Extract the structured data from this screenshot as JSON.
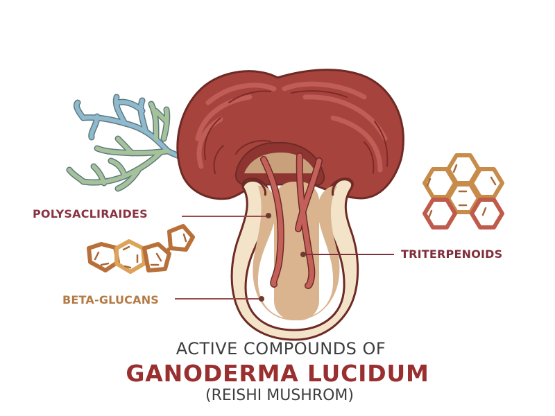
{
  "diagram": {
    "subject": "Ganoderma lucidum mushroom cross-section",
    "labels": {
      "polysaccharides": "POLYSACLIRAIDES",
      "beta_glucans": "BETA-GLUCANS",
      "triterpenoids": "TRITERPENOIDS"
    },
    "title": {
      "line1": "ACTIVE COMPOUNDS OF",
      "line2": "GANODERMA LUCIDUM",
      "line3": "(REISHI MUSHROM)"
    },
    "icons": [
      "branching-polysaccharide-icon",
      "fused-ring-molecule-icon",
      "hexagon-cluster-molecule-icon"
    ],
    "colors": {
      "cap": "#a6433d",
      "cap_light": "#c4605a",
      "cap_outline": "#6e2a25",
      "stem_outer": "#f3e3c8",
      "stem_inner": "#d9b48f",
      "poly_label": "#8a3340",
      "beta_label": "#b47a45",
      "trit_label": "#7e2f3b",
      "title_accent": "#9a2f2f",
      "branch_blue": "#8fb9cf",
      "branch_green": "#a5c29a"
    }
  }
}
